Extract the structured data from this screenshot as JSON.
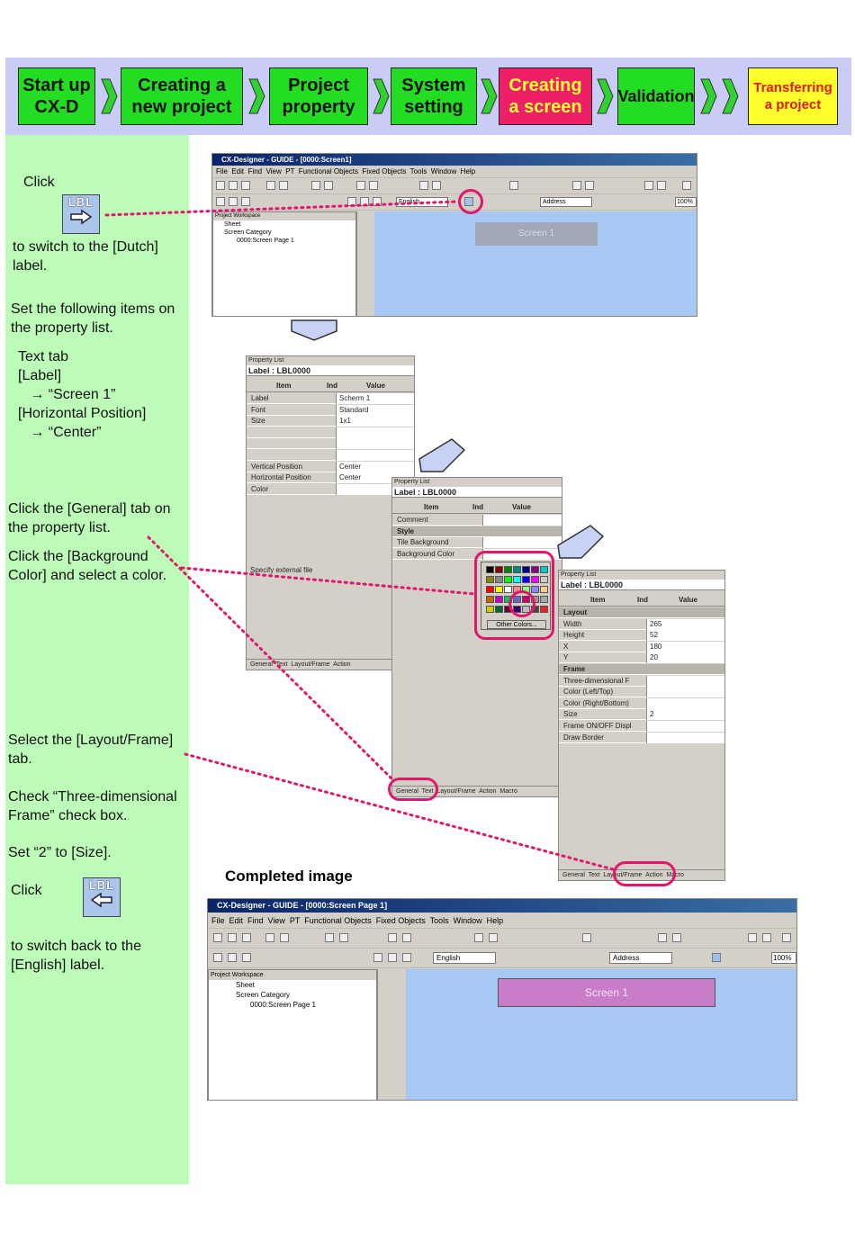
{
  "flow": {
    "steps": [
      {
        "label": "Start up\nCX-D",
        "style": "green"
      },
      {
        "label": "Creating a\nnew project",
        "style": "green"
      },
      {
        "label": "Project\nproperty",
        "style": "green"
      },
      {
        "label": "System\nsetting",
        "style": "green"
      },
      {
        "label": "Creating\na screen",
        "style": "pink"
      },
      {
        "label": "Validation",
        "style": "green"
      },
      {
        "label": "Transferring\na project",
        "style": "yellow"
      }
    ]
  },
  "instructions": {
    "click1": "Click",
    "lbl_icon_text": "LBL",
    "switch_dutch": "to switch to the [Dutch]\nlabel.",
    "set_items": "Set the following items on\nthe property list.",
    "text_tab": "Text tab\n[Label]\n   → “Screen 1”\n[Horizontal Position]\n   → “Center”",
    "general_tab": "Click the [General] tab on\nthe property list.",
    "bg_color": "Click the [Background\nColor] and select a color.",
    "layout_tab": "Select the [Layout/Frame]\ntab.",
    "check_3d": "Check “Three-dimensional\nFrame” check box.",
    "set_size": "Set “2” to [Size].",
    "click2": "Click",
    "switch_back": "to switch back to the\n[English] label.",
    "completed": "Completed image"
  },
  "screen1": {
    "title": "CX-Designer - GUIDE - [0000:Screen1]",
    "menu": "File  Edit  Find  View  PT  Functional Objects  Fixed Objects  Tools  Window  Help",
    "lang": "English",
    "address": "Address",
    "zoom": "100%",
    "workspace_title": "Project Workspace",
    "tree": [
      "Sheet",
      "Screen Category",
      "0000:Screen Page 1"
    ],
    "label_text": "Screen 1"
  },
  "prop1": {
    "header": "Property List",
    "label": "Label : LBL0000",
    "cols": [
      "Item",
      "Ind",
      "Value"
    ],
    "rows": [
      [
        "Label",
        "Scherm 1"
      ],
      [
        "Font",
        "Standard"
      ],
      [
        "Size",
        "1x1"
      ],
      [
        "",
        ""
      ],
      [
        "",
        ""
      ],
      [
        "",
        ""
      ],
      [
        "Vertical Position",
        "Center"
      ],
      [
        "Horizontal Position",
        "Center"
      ],
      [
        "Color",
        ""
      ]
    ],
    "external": "Specify external file",
    "tabs": "General  Text  Layout/Frame  Action"
  },
  "prop2": {
    "header": "Property List",
    "label": "Label : LBL0000",
    "cols": [
      "Item",
      "Ind",
      "Value"
    ],
    "rows": [
      [
        "Comment",
        ""
      ],
      [
        "Style",
        ""
      ],
      [
        "Tile Background",
        ""
      ],
      [
        "Background Color",
        ""
      ]
    ],
    "other_colors": "Other Colors...",
    "tabs": "General  Text  Layout/Frame  Action  Macro"
  },
  "prop3": {
    "header": "Property List",
    "label": "Label : LBL0000",
    "cols": [
      "Item",
      "Ind",
      "Value"
    ],
    "rows": [
      [
        "Layout",
        ""
      ],
      [
        "Width",
        "265"
      ],
      [
        "Height",
        "52"
      ],
      [
        "X",
        "180"
      ],
      [
        "Y",
        "20"
      ],
      [
        "Frame",
        ""
      ],
      [
        "Three-dimensional F",
        ""
      ],
      [
        "Color (Left/Top)",
        ""
      ],
      [
        "Color (Right/Bottom)",
        ""
      ],
      [
        "Size",
        "2"
      ],
      [
        "Frame ON/OFF Displ",
        ""
      ],
      [
        "Draw Border",
        ""
      ]
    ],
    "tabs": "General  Text  Layout/Frame  Action  Macro"
  },
  "screen2": {
    "title": "CX-Designer - GUIDE - [0000:Screen Page 1]",
    "menu": "File  Edit  Find  View  PT  Functional Objects  Fixed Objects  Tools  Window  Help",
    "lang": "English",
    "address": "Address",
    "zoom": "100%",
    "workspace_title": "Project Workspace",
    "tree": [
      "Sheet",
      "Screen Category",
      "0000:Screen Page 1"
    ],
    "label_text": "Screen 1"
  },
  "colors": {
    "accent": "#e0186a",
    "canvas": "#a6c8f2",
    "label_bg": "#c97cc8",
    "sidebar": "#bdfcb8",
    "flowbar": "#c9ccf6"
  }
}
